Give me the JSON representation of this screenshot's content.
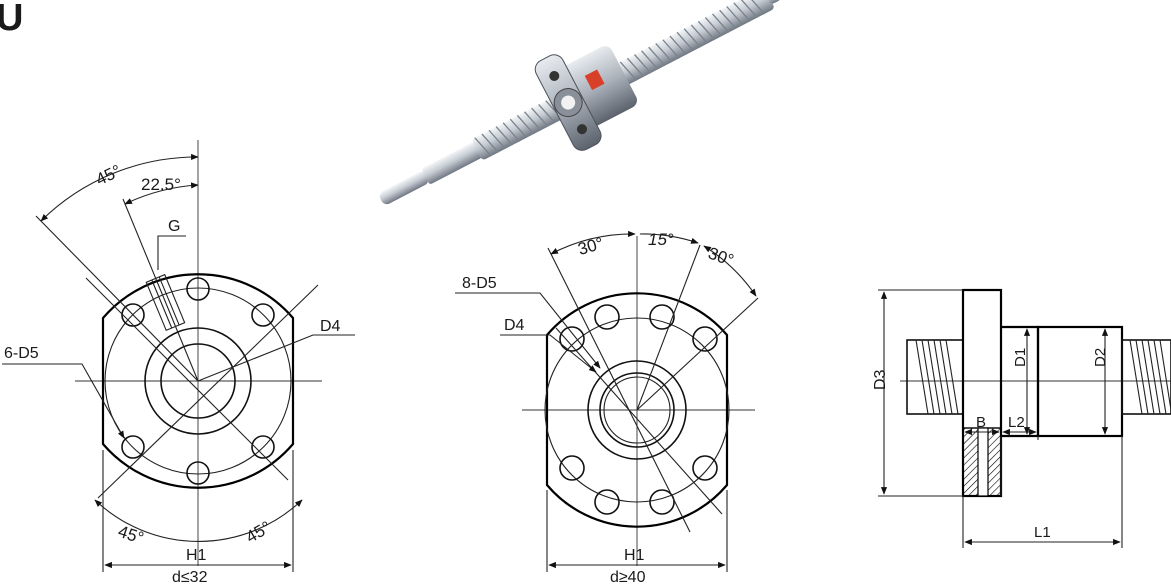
{
  "title_fragment": "U",
  "left_view": {
    "angle_top": "45°",
    "angle_half": "22.5°",
    "label_g": "G",
    "label_d4": "D4",
    "label_holes": "6-D5",
    "angle_bottom_left": "45°",
    "angle_bottom_right": "45°",
    "label_h1": "H1",
    "label_range": "d≤32"
  },
  "middle_view": {
    "angle_left": "30°",
    "angle_center": "15°",
    "angle_right": "30°",
    "label_holes": "8-D5",
    "label_d4": "D4",
    "label_h1": "H1",
    "label_range": "d≥40"
  },
  "side_view": {
    "label_d3": "D3",
    "label_d1": "D1",
    "label_d2": "D2",
    "label_b": "B",
    "label_l2": "L2",
    "label_l1": "L1"
  },
  "colors": {
    "line": "#111111",
    "steel_light": "#e6e9ee",
    "steel_dark": "#6f7782",
    "accent_red": "#d8402a"
  }
}
